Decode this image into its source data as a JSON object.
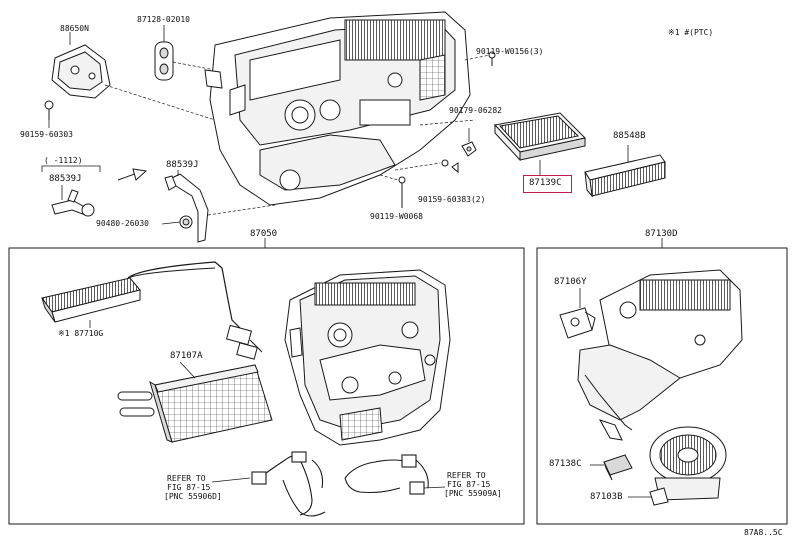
{
  "labels": {
    "p88650N": "88650N",
    "p87128": "87128-02010",
    "p90119_w0156": "90119-W0156(3)",
    "note_ptc": "※1 #(PTC)",
    "p90159_60303a": "90159-60303",
    "p90179": "90179-06282",
    "p88548B": "88548B",
    "p88539J_range": "(  -1112)",
    "p88539J_a": "88539J",
    "p88539J_b": "88539J",
    "p87139C": "87139C",
    "p90480": "90480-26030",
    "p90119_w0068": "90119-W0068",
    "p90159_60383": "90159-60383(2)",
    "p87050": "87050",
    "p87130D": "87130D",
    "p87710G": "※1 87710G",
    "p87107A": "87107A",
    "p87106Y": "87106Y",
    "p87138C": "87138C",
    "p87103B": "87103B",
    "refer_left_1": "REFER TO",
    "refer_left_2": "FIG 87-15",
    "refer_left_3": "[PNC 55906D]",
    "refer_right_1": "REFER TO",
    "refer_right_2": "FIG 87-15",
    "refer_right_3": "[PNC 55909A]",
    "figure_code": "87A8..5C"
  },
  "colors": {
    "line": "#1a1a1a",
    "highlight": "#c21a4a",
    "fill_light": "#f2f2f2",
    "fill_mid": "#d9d9d9"
  }
}
